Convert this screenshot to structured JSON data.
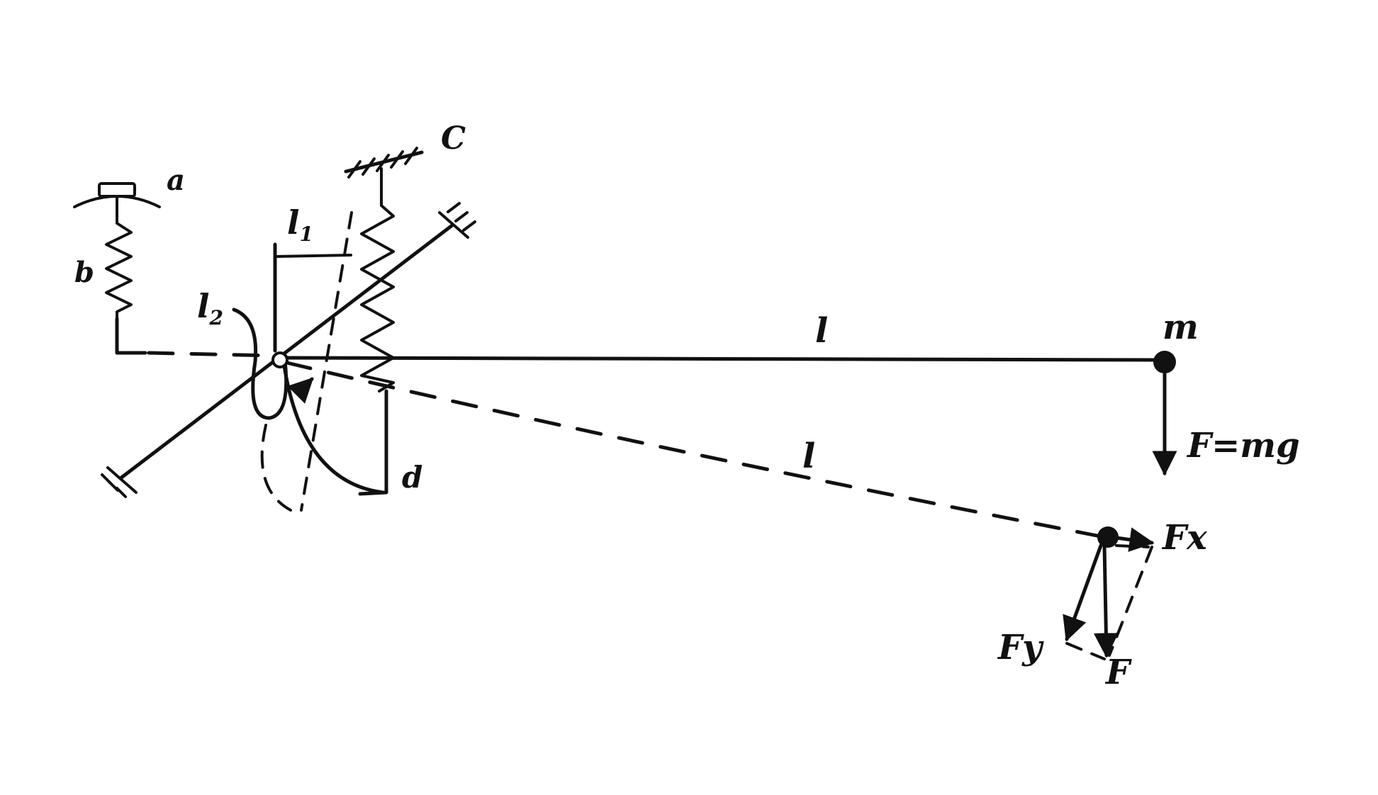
{
  "labels": {
    "a": "a",
    "b": "b",
    "c": "C",
    "d": "d",
    "l1_base": "l",
    "l1_sub": "1",
    "l2_base": "l",
    "l2_sub": "2",
    "l_top": "l",
    "l_bottom": "l",
    "m": "m",
    "f_mg": "F=mg",
    "fx": "Fx",
    "fy": "Fy",
    "f": "F"
  },
  "colors": {
    "ink": "#111111",
    "background": "#ffffff"
  }
}
